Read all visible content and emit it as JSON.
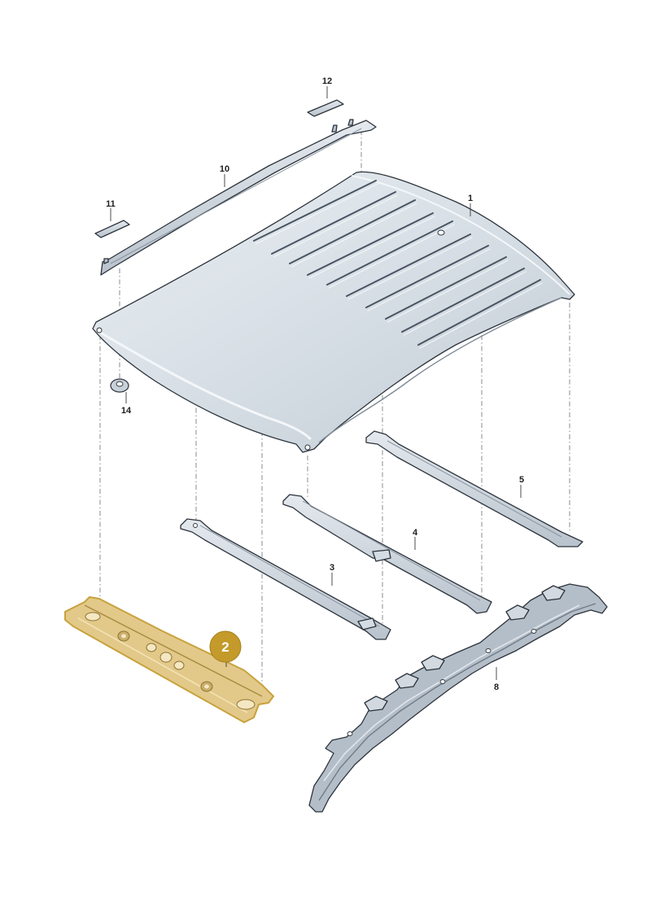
{
  "diagram": {
    "parts": [
      {
        "id": "roof-panel",
        "label": "1",
        "highlighted": false
      },
      {
        "id": "front-cross-member",
        "label": "2",
        "highlighted": true
      },
      {
        "id": "roof-bow-front",
        "label": "3",
        "highlighted": false
      },
      {
        "id": "roof-bow-middle",
        "label": "4",
        "highlighted": false
      },
      {
        "id": "roof-bow-rear",
        "label": "5",
        "highlighted": false
      },
      {
        "id": "rear-cross-member",
        "label": "8",
        "highlighted": false
      },
      {
        "id": "roof-rail",
        "label": "10",
        "highlighted": false
      },
      {
        "id": "clip-front",
        "label": "11",
        "highlighted": false
      },
      {
        "id": "clip-rear",
        "label": "12",
        "highlighted": false
      },
      {
        "id": "fastener",
        "label": "14",
        "highlighted": false
      }
    ],
    "colors": {
      "panel": "#dde4ea",
      "panel_shade": "#c3ccd5",
      "outline": "#2c333b",
      "highlight": "#e2c98a",
      "highlight_outline": "#c8a23c",
      "badge": "#c49a2a",
      "dark_part": "#a2adb8"
    }
  }
}
